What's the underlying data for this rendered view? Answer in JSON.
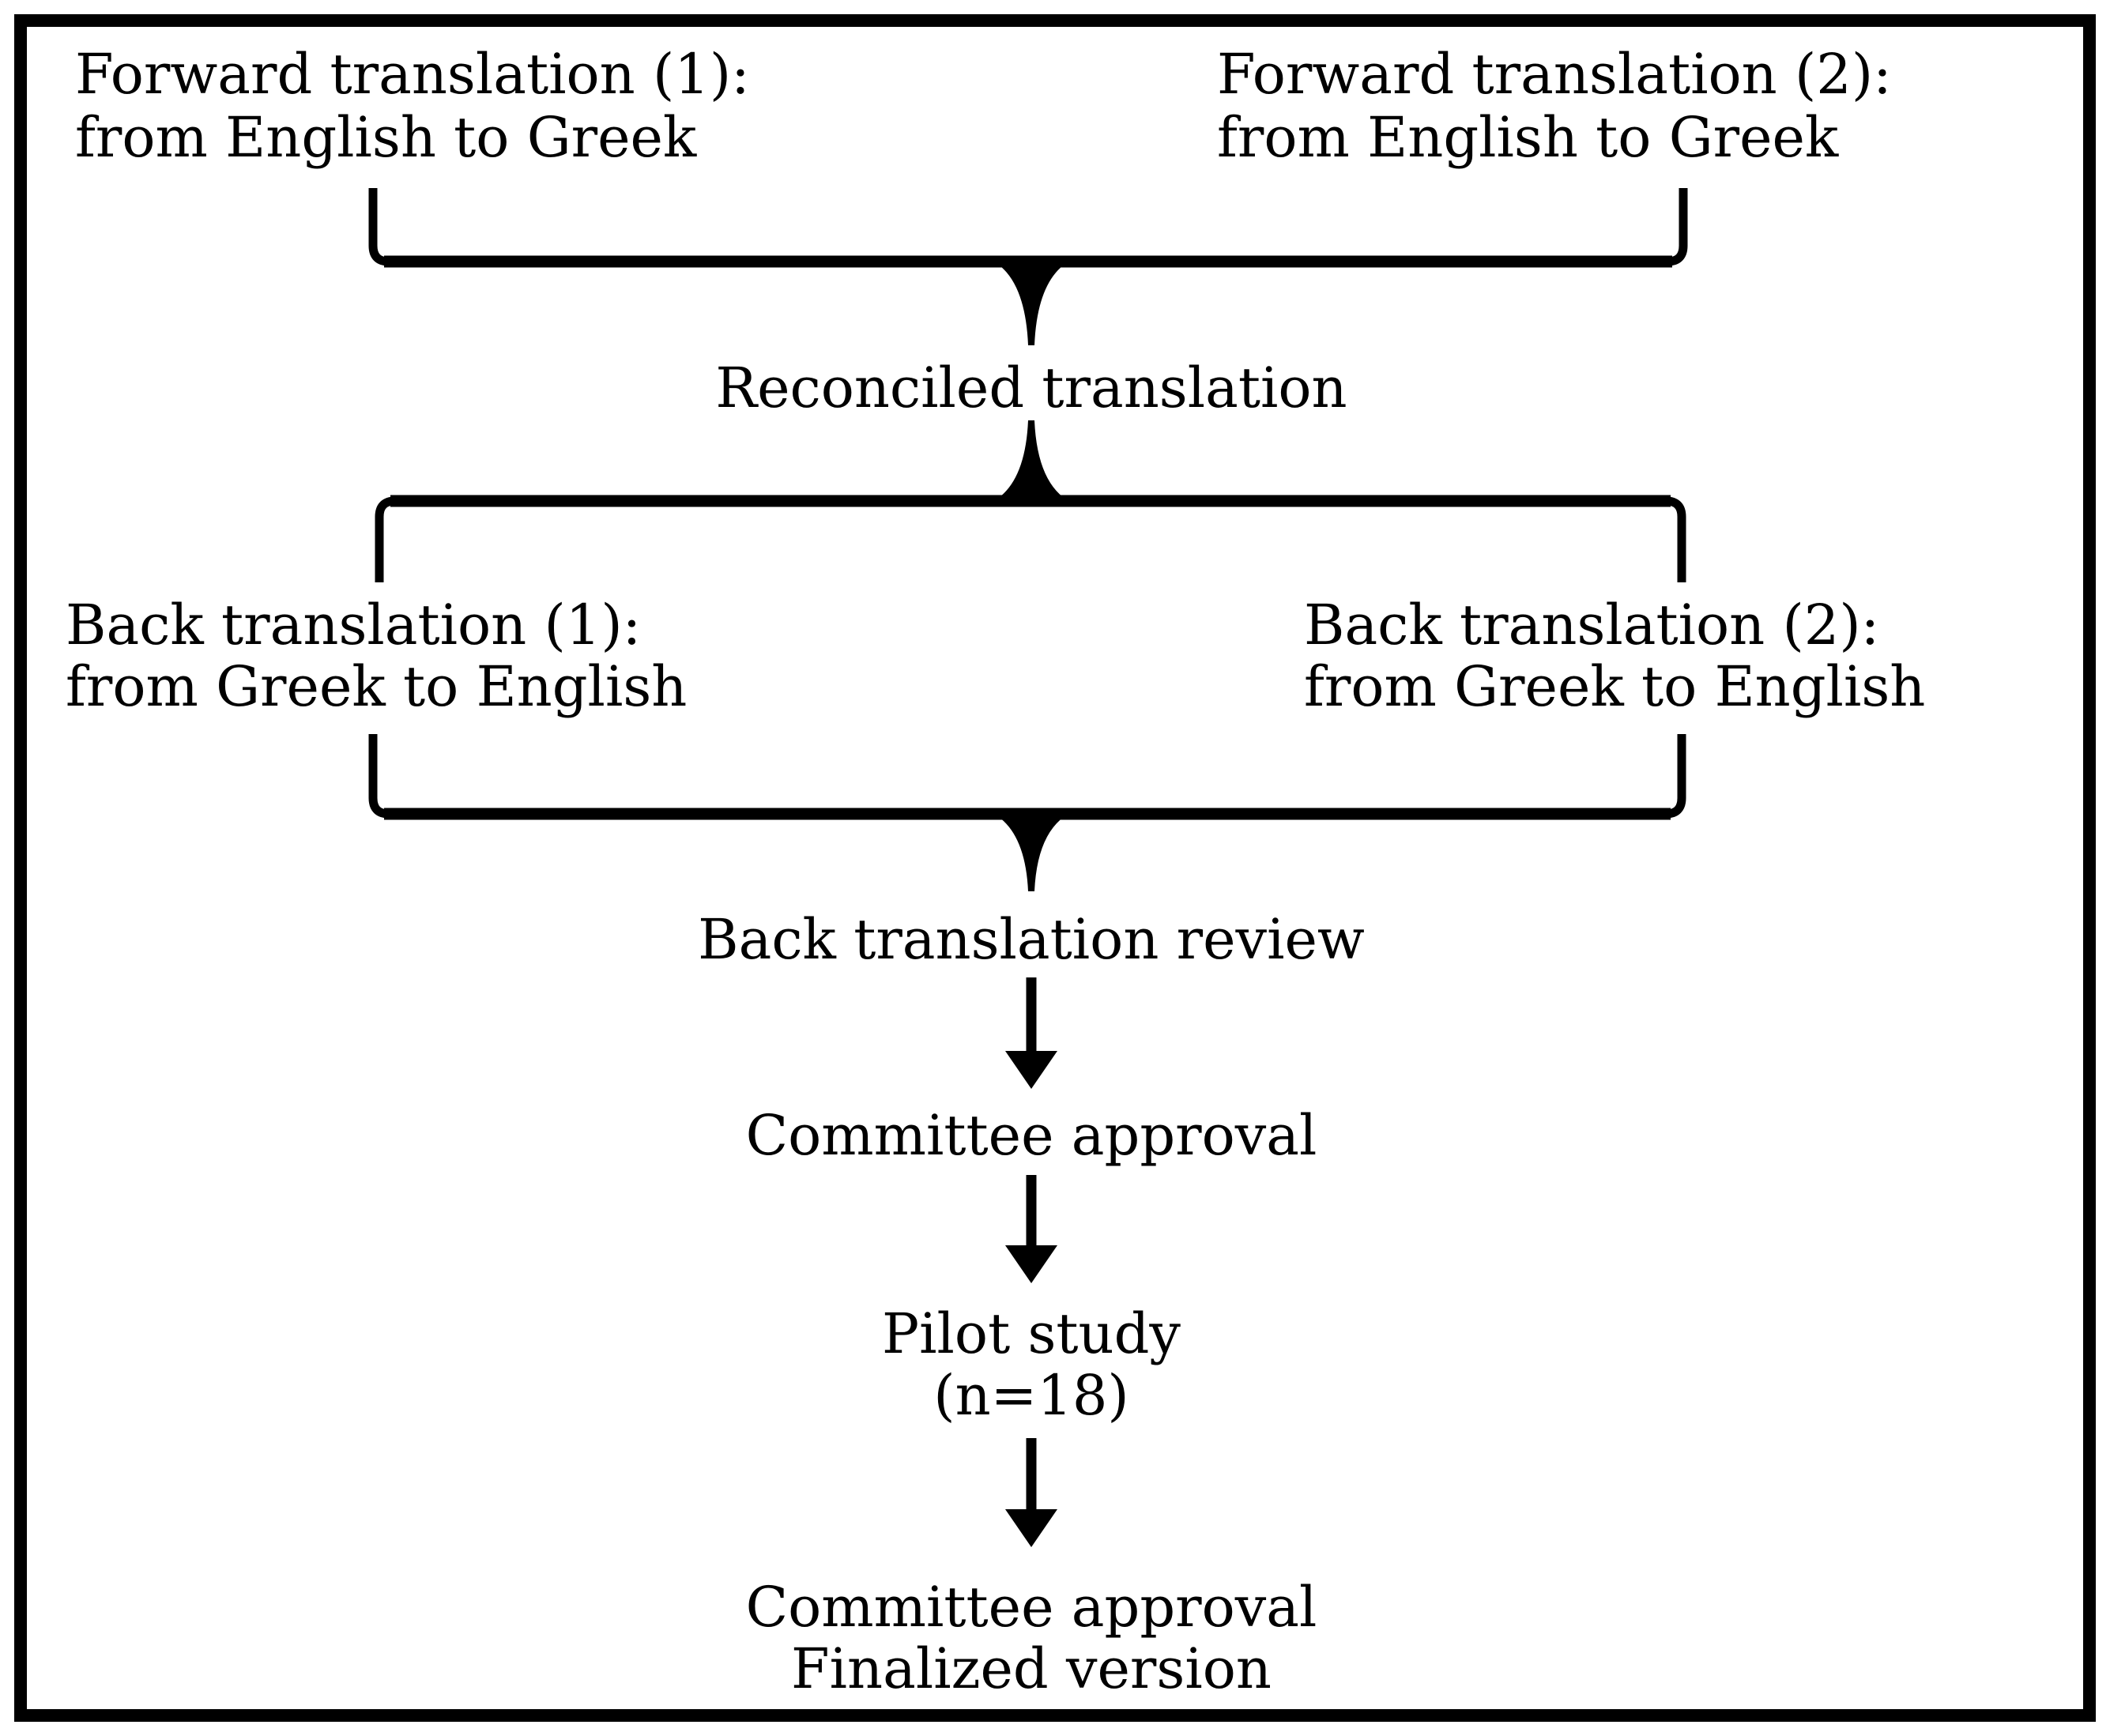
{
  "diagram": {
    "nodes": {
      "forward1": {
        "line1": "Forward translation (1):",
        "line2": "from English to Greek"
      },
      "forward2": {
        "line1": "Forward translation (2):",
        "line2": "from English to Greek"
      },
      "reconciled": {
        "label": "Reconciled translation"
      },
      "back1": {
        "line1": "Back translation (1):",
        "line2": "from Greek to English"
      },
      "back2": {
        "line1": "Back translation (2):",
        "line2": "from Greek to English"
      },
      "review": {
        "label": "Back translation review"
      },
      "committee": {
        "label": "Committee approval"
      },
      "pilot": {
        "line1": "Pilot study",
        "line2": "(n=18)"
      },
      "final": {
        "line1": "Committee approval",
        "line2": "Finalized version"
      }
    },
    "colors": {
      "ink": "#000000",
      "background": "#ffffff"
    }
  }
}
